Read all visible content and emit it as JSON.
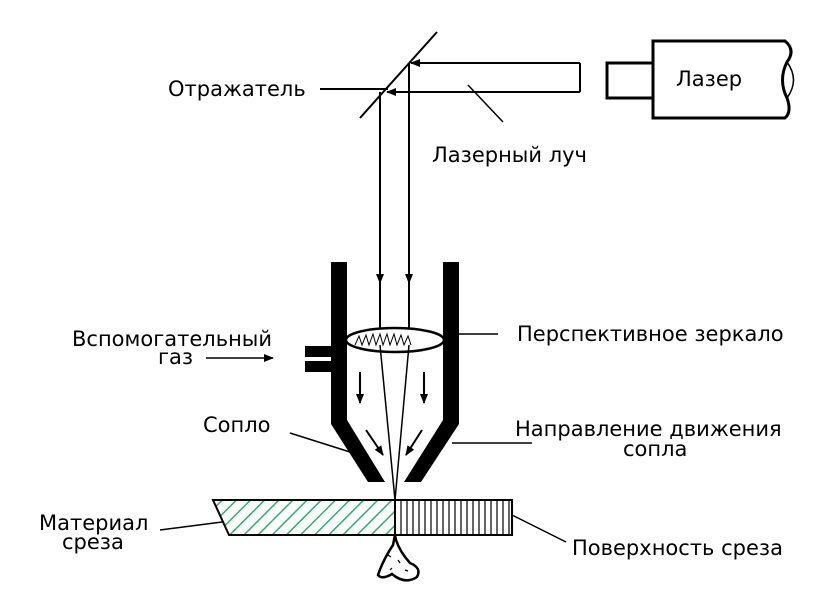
{
  "diagram": {
    "title": "Схема лазерной резки",
    "colors": {
      "stroke": "#000000",
      "hatch_material": "#2fae6a",
      "background": "#ffffff"
    },
    "labels": {
      "laser": "Лазер",
      "reflector": "Отражатель",
      "laser_beam": "Лазерный луч",
      "assist_gas_line1": "Вспомогательный",
      "assist_gas_line2": "газ",
      "focusing_mirror": "Перспективное зеркало",
      "nozzle": "Сопло",
      "nozzle_direction_line1": "Направление движения",
      "nozzle_direction_line2": "сопла",
      "cut_material_line1": "Материал",
      "cut_material_line2": "среза",
      "cut_surface": "Поверхность среза"
    }
  }
}
